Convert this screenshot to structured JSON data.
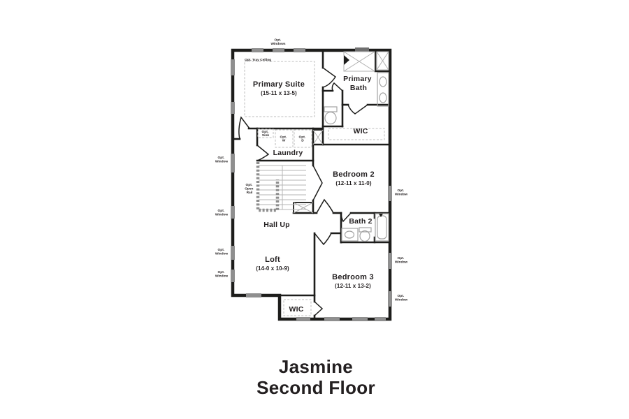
{
  "title": {
    "name": "Jasmine",
    "floor": "Second Floor"
  },
  "rooms": {
    "primary_suite": {
      "name": "Primary Suite",
      "dims": "(15-11 x 13-5)"
    },
    "primary_bath": {
      "line1": "Primary",
      "line2": "Bath"
    },
    "wic_primary": {
      "name": "WIC"
    },
    "laundry": {
      "name": "Laundry"
    },
    "bedroom2": {
      "name": "Bedroom 2",
      "dims": "(12-11 x 11-0)"
    },
    "hall": {
      "name": "Hall Up"
    },
    "bath2": {
      "name": "Bath 2"
    },
    "loft": {
      "name": "Loft",
      "dims": "(14-0 x 10-9)"
    },
    "bedroom3": {
      "name": "Bedroom 3",
      "dims": "(12-11 x 13-2)"
    },
    "wic_bedroom3": {
      "name": "WIC"
    }
  },
  "annotations": {
    "opt_windows": [
      "Opt.",
      "Windows"
    ],
    "opt_window": [
      "Opt.",
      "Window"
    ],
    "tray_ceiling": "Opt. Tray Ceiling",
    "open_rail": [
      "Opt.",
      "Open",
      "Rail"
    ],
    "opt_sink": [
      "Opt.",
      "Sink"
    ],
    "opt_washer": [
      "Opt.",
      "W"
    ],
    "opt_dryer": [
      "Opt.",
      "D"
    ]
  },
  "colors": {
    "wall": "#1d1d1b",
    "window": "#8f8f8f",
    "guide": "#bdbdbd",
    "fixture": "#a3a3a3",
    "text": "#231f20"
  }
}
